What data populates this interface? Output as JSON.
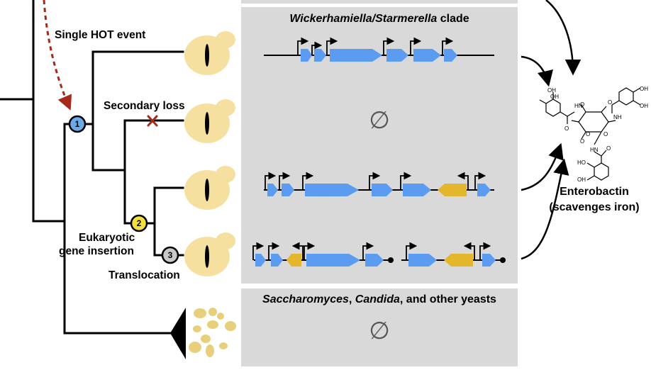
{
  "labels": {
    "hot_event": "Single HOT event",
    "secondary_loss": "Secondary loss",
    "eukaryotic_line1": "Eukaryotic",
    "eukaryotic_line2": "gene insertion",
    "translocation": "Translocation",
    "enterobactin_line1": "Enterobactin",
    "enterobactin_line2": "(scavenges iron)"
  },
  "panels": {
    "top": {
      "italic_part": "Wickerhamiella/Starmerella",
      "plain_part": " clade",
      "empty_symbol": "∅"
    },
    "bottom": {
      "italic_1": "Saccharomyces",
      "sep_1": ", ",
      "italic_2": "Candida",
      "plain_part": ", and other yeasts",
      "empty_symbol": "∅"
    }
  },
  "nodes": [
    {
      "number": "1",
      "color": "#6aaae8"
    },
    {
      "number": "2",
      "color": "#f2e03c"
    },
    {
      "number": "3",
      "color": "#c8c8c8"
    }
  ],
  "chemistry": {
    "oh": "OH",
    "nh": "NH",
    "hn": "HN",
    "ho": "HO",
    "o": "O"
  },
  "colors": {
    "bacterial_gene": "#5b9cf0",
    "eukaryotic_gene": "#e3b62c",
    "panel_bg": "#d9d9d9",
    "arrow_red": "#a52a1a",
    "yeast_cell": "#f6e0a0"
  }
}
